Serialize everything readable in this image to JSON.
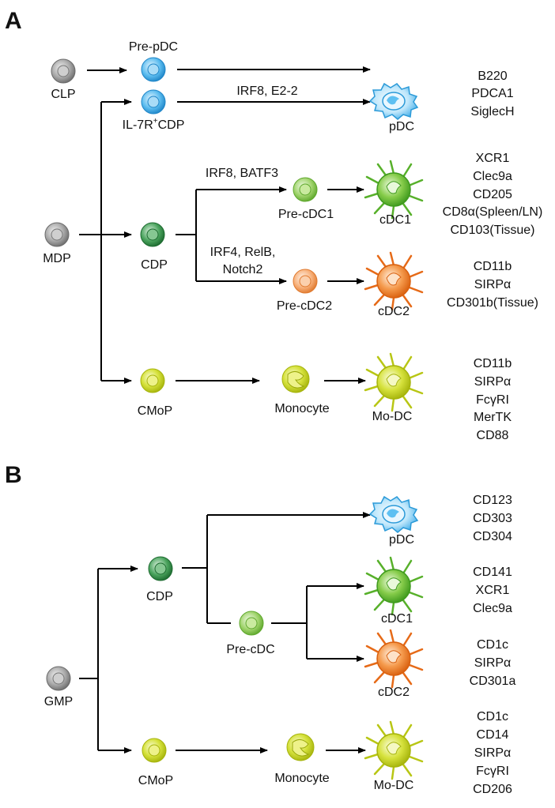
{
  "panels": [
    {
      "letter": "A",
      "progenitors": {
        "clp": "CLP",
        "mdp": "MDP"
      },
      "nodes": {
        "pre_pdc": "Pre-pDC",
        "il7r_cdp": "IL-7R",
        "il7r_sup": "+",
        "il7r_tail": "CDP",
        "cdp": "CDP",
        "cmop": "CMoP",
        "pre_cdc1": "Pre-cDC1",
        "pre_cdc2": "Pre-cDC2",
        "monocyte": "Monocyte",
        "pdc": "pDC",
        "cdc1": "cDC1",
        "cdc2": "cDC2",
        "modc": "Mo-DC"
      },
      "factors": {
        "pdc": "IRF8, E2-2",
        "cdc1": "IRF8, BATF3",
        "cdc2_line1": "IRF4, RelB,",
        "cdc2_line2": "Notch2"
      },
      "markers": {
        "pdc": [
          "B220",
          "PDCA1",
          "SiglecH"
        ],
        "cdc1": [
          "XCR1",
          "Clec9a",
          "CD205",
          "CD8α(Spleen/LN)",
          "CD103(Tissue)"
        ],
        "cdc2": [
          "CD11b",
          "SIRPα",
          "CD301b(Tissue)"
        ],
        "modc": [
          "CD11b",
          "SIRPα",
          "FcγRI",
          "MerTK",
          "CD88"
        ]
      }
    },
    {
      "letter": "B",
      "progenitors": {
        "gmp": "GMP"
      },
      "nodes": {
        "cdp": "CDP",
        "pre_cdc": "Pre-cDC",
        "cmop": "CMoP",
        "monocyte": "Monocyte",
        "pdc": "pDC",
        "cdc1": "cDC1",
        "cdc2": "cDC2",
        "modc": "Mo-DC"
      },
      "markers": {
        "pdc": [
          "CD123",
          "CD303",
          "CD304"
        ],
        "cdc1": [
          "CD141",
          "XCR1",
          "Clec9a"
        ],
        "cdc2": [
          "CD1c",
          "SIRPα",
          "CD301a"
        ],
        "modc": [
          "CD1c",
          "CD14",
          "SIRPα",
          "FcγRI",
          "CD206"
        ]
      }
    }
  ],
  "colors": {
    "progenitor": "#8f8f8f",
    "pdc_lineage": "#3fa9e6",
    "cdp": "#2e8b45",
    "cdc1": "#6cc13b",
    "cdc2": "#f07a22",
    "mono": "#c4d41c"
  }
}
